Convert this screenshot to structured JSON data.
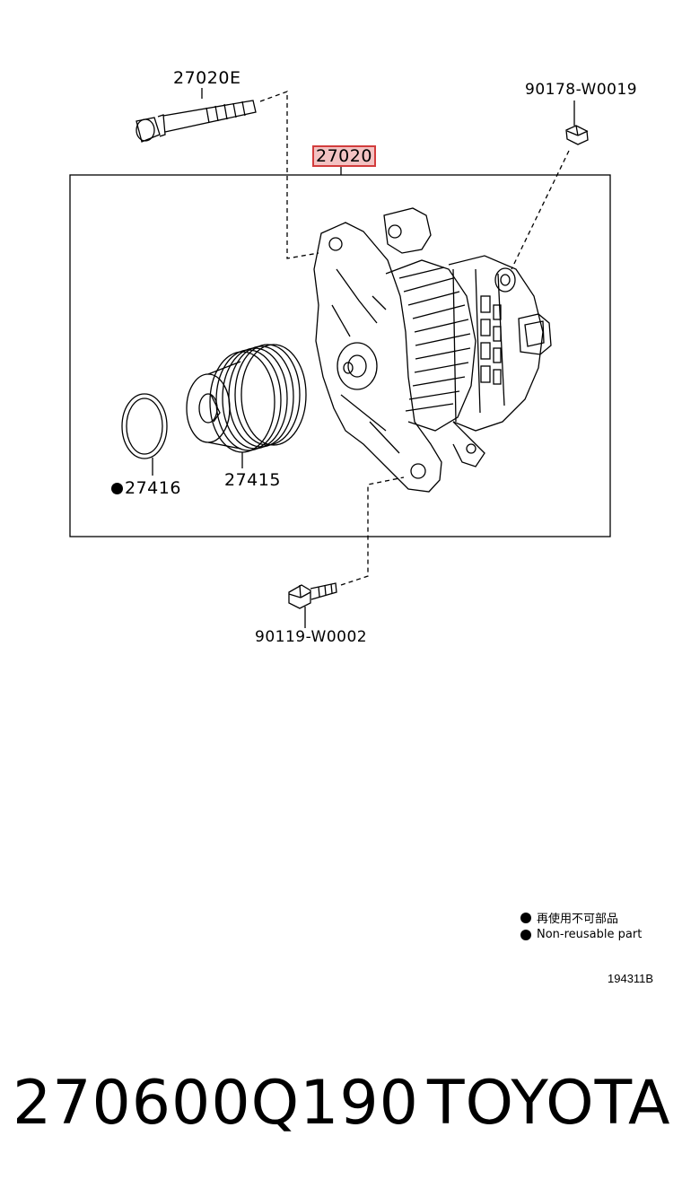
{
  "diagram": {
    "parts": [
      {
        "id": "bolt-top",
        "label": "27020E"
      },
      {
        "id": "nut",
        "label": "90178-W0019"
      },
      {
        "id": "alternator",
        "label": "27020"
      },
      {
        "id": "ring",
        "label": "27416"
      },
      {
        "id": "pulley",
        "label": "27415"
      },
      {
        "id": "bolt-bottom",
        "label": "90119-W0002"
      }
    ],
    "legend": {
      "line1": "再使用不可部品",
      "line2": "Non-reusable part"
    },
    "drawing_code": "194311B"
  },
  "footer": {
    "part_number": "270600Q190",
    "brand": "TOYOTA"
  },
  "colors": {
    "highlight_border": "#d23c3c",
    "highlight_fill": "#f3c2c2"
  }
}
